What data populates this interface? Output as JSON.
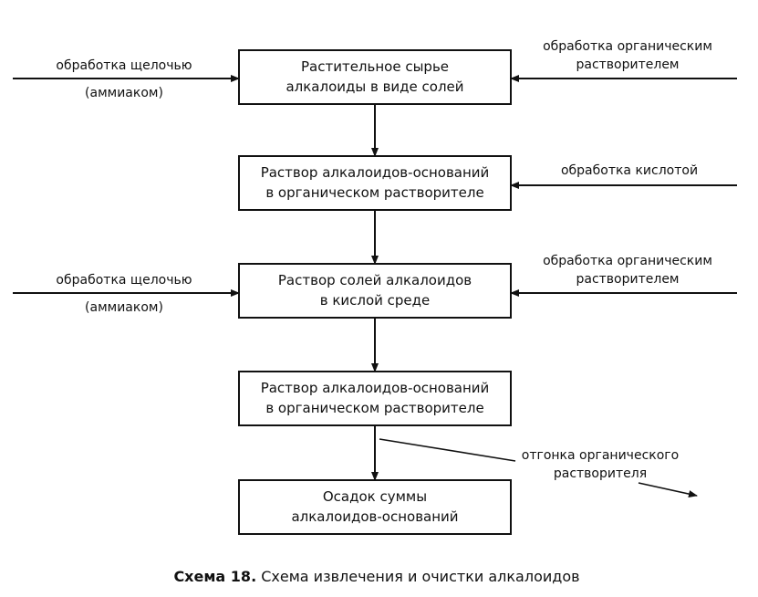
{
  "boxes": [
    {
      "line1": "Растительное сырье",
      "line2": "алкалоиды в виде солей"
    },
    {
      "line1": "Раствор алкалоидов-оснований",
      "line2": "в органическом растворителе"
    },
    {
      "line1": "Раствор солей алкалоидов",
      "line2": "в кислой среде"
    },
    {
      "line1": "Раствор алкалоидов-оснований",
      "line2": "в органическом растворителе"
    },
    {
      "line1": "Осадок суммы",
      "line2": "алкалоидов-оснований"
    }
  ],
  "left_inputs": [
    {
      "line1": "обработка щелочью",
      "line2": "(аммиаком)"
    },
    {
      "line1": "обработка щелочью",
      "line2": "(аммиаком)"
    }
  ],
  "right_inputs": [
    {
      "line1": "обработка органическим",
      "line2": "растворителем"
    },
    {
      "line1": "обработка кислотой"
    },
    {
      "line1": "обработка органическим",
      "line2": "растворителем"
    }
  ],
  "output_branch": {
    "line1": "отгонка органического",
    "line2": "растворителя"
  },
  "caption": {
    "label": "Схема 18.",
    "text": "Схема извлечения и очистки алкалоидов"
  }
}
